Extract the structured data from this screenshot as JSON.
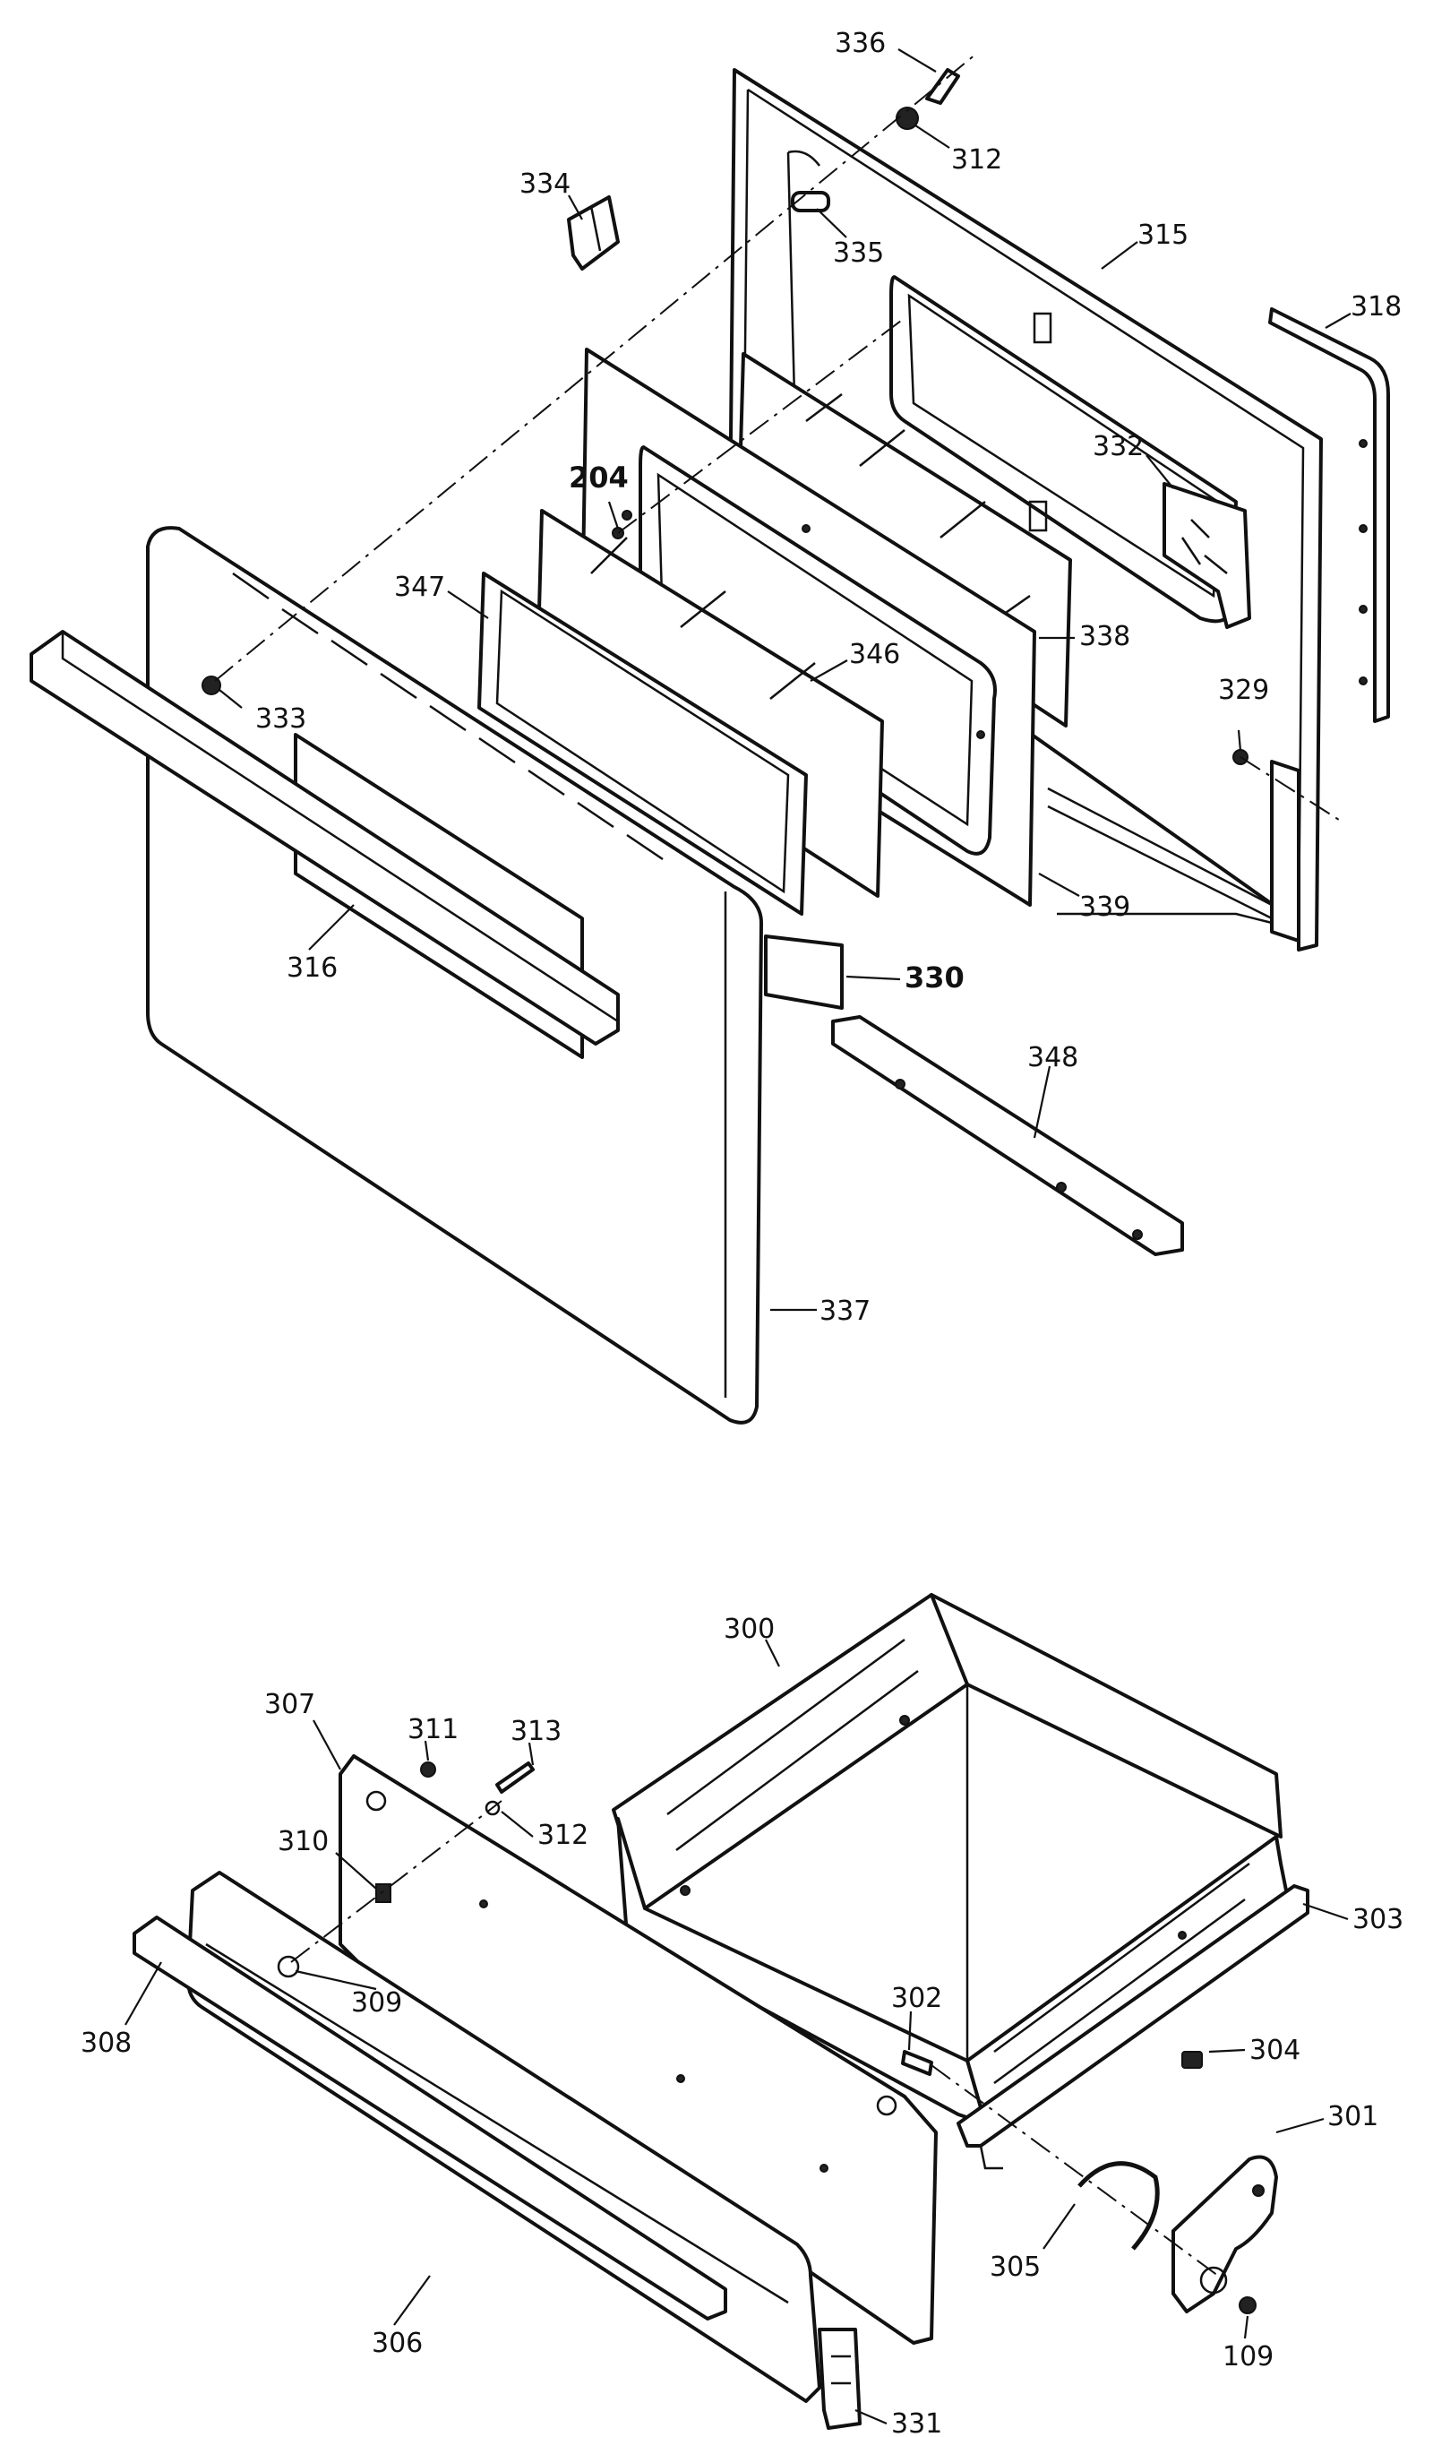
{
  "callouts": {
    "c336": "336",
    "c312a": "312",
    "c334": "334",
    "c335": "335",
    "c315": "315",
    "c318": "318",
    "c332": "332",
    "c204": "204",
    "c347": "347",
    "c346": "346",
    "c338": "338",
    "c333": "333",
    "c329": "329",
    "c339": "339",
    "c316": "316",
    "c330": "330",
    "c348": "348",
    "c337": "337",
    "c300": "300",
    "c307": "307",
    "c311": "311",
    "c313": "313",
    "c312b": "312",
    "c310": "310",
    "c303": "303",
    "c302": "302",
    "c309": "309",
    "c308": "308",
    "c304": "304",
    "c301": "301",
    "c305": "305",
    "c306": "306",
    "c109": "109",
    "c331": "331"
  },
  "emphasized_callouts": [
    "204",
    "330"
  ],
  "colors": {
    "line": "#111111",
    "background": "#ffffff"
  }
}
